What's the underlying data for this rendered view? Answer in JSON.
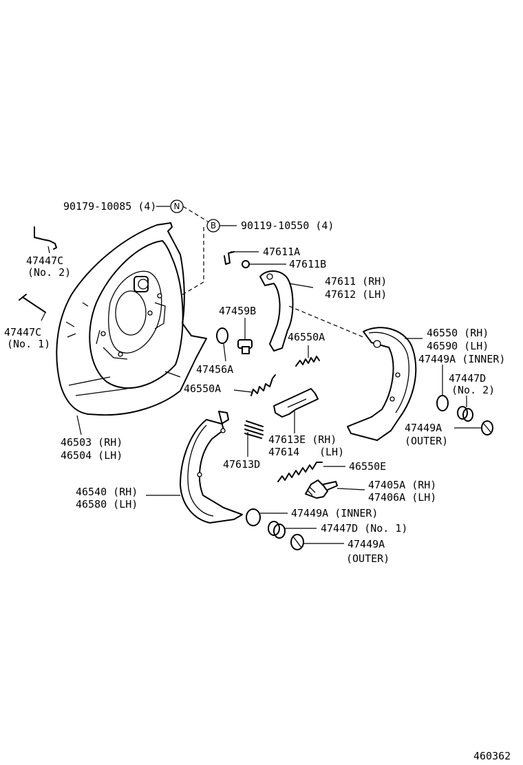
{
  "labels": {
    "p90179": "90179-10085 (4)",
    "p90119": "90119-10550 (4)",
    "p47447c2_a": "47447C",
    "p47447c2_b": "(No. 2)",
    "p47447c1_a": "47447C",
    "p47447c1_b": "(No. 1)",
    "p47611a": "47611A",
    "p47611b": "47611B",
    "p47611_a": "47611 (RH)",
    "p47611_b": "47612 (LH)",
    "p47459b": "47459B",
    "p47456a": "47456A",
    "p46550a_1": "46550A",
    "p46550a_2": "46550A",
    "p46550_a": "46550 (RH)",
    "p46550_b": "46590 (LH)",
    "p47449a_inner_1": "47449A (INNER)",
    "p47447d2_a": "47447D",
    "p47447d2_b": "(No. 2)",
    "p47449a_outer_1a": "47449A",
    "p47449a_outer_1b": "(OUTER)",
    "p46503_a": "46503 (RH)",
    "p46503_b": "46504 (LH)",
    "p47613e_a": "47613E (RH)",
    "p47613e_b": "47614",
    "p47613e_c": "(LH)",
    "p47613d": "47613D",
    "p46550e": "46550E",
    "p46540_a": "46540 (RH)",
    "p46540_b": "46580 (LH)",
    "p47405a_a": "47405A (RH)",
    "p47405a_b": "47406A (LH)",
    "p47449a_inner_2": "47449A (INNER)",
    "p47447d1": "47447D (No. 1)",
    "p47449a_outer_2a": "47449A",
    "p47449a_outer_2b": "(OUTER)"
  },
  "markers": {
    "n": "N",
    "b": "B"
  },
  "diagram_number": "460362"
}
